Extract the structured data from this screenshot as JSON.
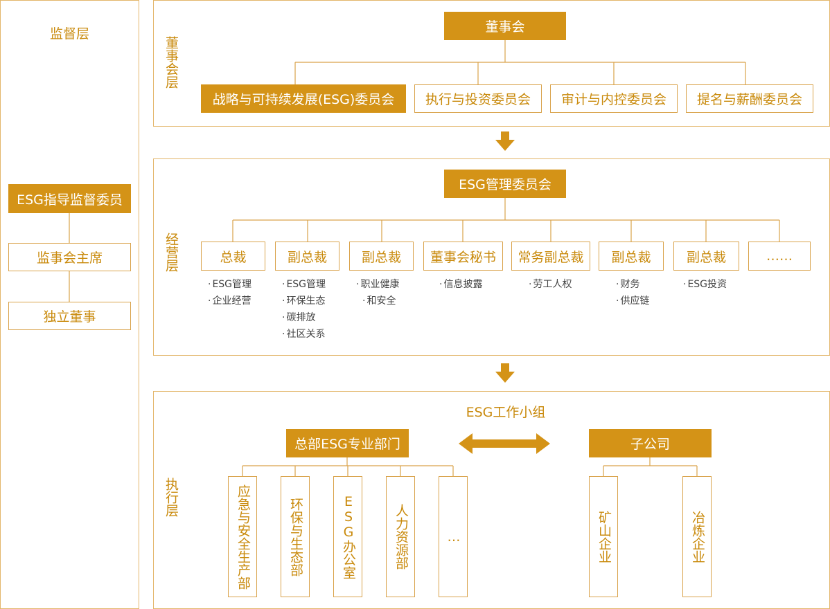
{
  "left": {
    "title": "监督层",
    "top_box": "ESG指导监督委员",
    "mid_box": "监事会主席",
    "bottom_box": "独立董事"
  },
  "board": {
    "layer_label": "董事会层",
    "root": "董事会",
    "committees": [
      "战略与可持续发展(ESG)委员会",
      "执行与投资委员会",
      "审计与内控委员会",
      "提名与薪酬委员会"
    ]
  },
  "management": {
    "layer_label": "经营层",
    "root": "ESG管理委员会",
    "roles": [
      {
        "title": "总裁",
        "duties": [
          "ESG管理",
          "企业经营"
        ]
      },
      {
        "title": "副总裁",
        "duties": [
          "ESG管理",
          "环保生态",
          "碳排放",
          "社区关系"
        ]
      },
      {
        "title": "副总裁",
        "duties": [
          "职业健康",
          "和安全"
        ]
      },
      {
        "title": "董事会秘书",
        "duties": [
          "信息披露"
        ]
      },
      {
        "title": "常务副总裁",
        "duties": [
          "劳工人权"
        ]
      },
      {
        "title": "副总裁",
        "duties": [
          "财务",
          "供应链"
        ]
      },
      {
        "title": "副总裁",
        "duties": [
          "ESG投资"
        ]
      },
      {
        "title": "……",
        "duties": []
      }
    ]
  },
  "execution": {
    "layer_label": "执行层",
    "group_title": "ESG工作小组",
    "hq": "总部ESG专业部门",
    "hq_departments": [
      "应急与安全生产部",
      "环保与生态部",
      "ESG办公室",
      "人力资源部",
      "…"
    ],
    "subsidiary": "子公司",
    "subsidiary_units": [
      "矿山企业",
      "冶炼企业"
    ]
  },
  "colors": {
    "accent": "#d49317",
    "text": "#c98a0c",
    "border": "#d9a24a"
  }
}
